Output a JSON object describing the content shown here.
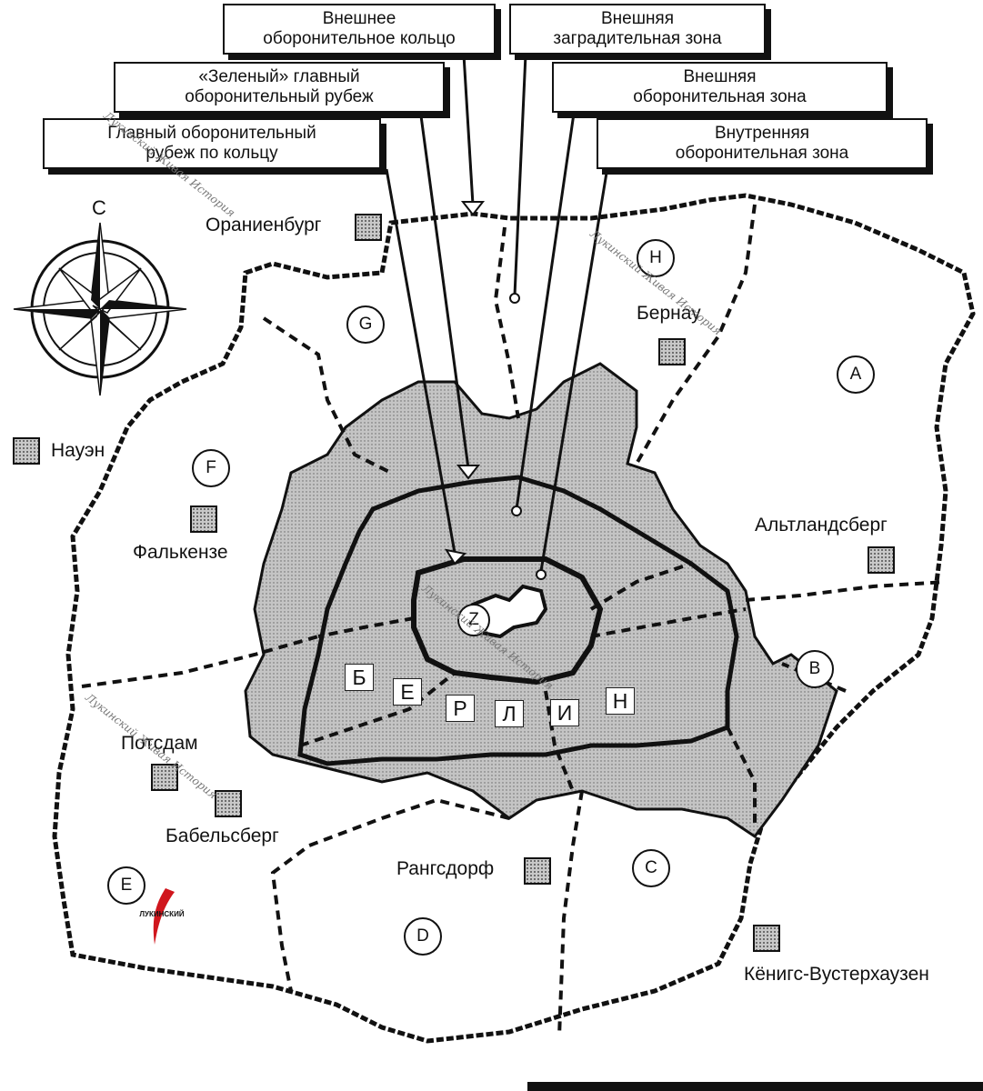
{
  "callouts": {
    "outer_defensive_ring": "Внешнее\nоборонительное кольцо",
    "outer_barrier_zone": "Внешняя\nзаградительная зона",
    "green_main_line": "«Зеленый» главный\nоборонительный рубеж",
    "outer_defensive_zone": "Внешняя\nоборонительная зона",
    "main_ring_line": "Главный оборонительный\nрубеж по кольцу",
    "inner_defensive_zone": "Внутренняя\nоборонительная зона"
  },
  "compass": {
    "north_label": "С"
  },
  "towns": [
    {
      "name": "Ораниенбург"
    },
    {
      "name": "Бернау"
    },
    {
      "name": "Науэн"
    },
    {
      "name": "Фалькензе"
    },
    {
      "name": "Альтландсберг"
    },
    {
      "name": "Потсдам"
    },
    {
      "name": "Бабельсберг"
    },
    {
      "name": "Рангсдорф"
    },
    {
      "name": "Кёнигс-Вустерхаузен"
    }
  ],
  "sectors": [
    "A",
    "B",
    "C",
    "D",
    "E",
    "F",
    "G",
    "H",
    "Z"
  ],
  "city_letters": [
    "Б",
    "Е",
    "Р",
    "Л",
    "И",
    "Н"
  ],
  "watermarks": [
    "Лукинский Живая История",
    "Лукинский Живая История",
    "Лукинский Живая История",
    "Лукинский Живая История"
  ],
  "logo": {
    "text": "ЛУКИНСКИЙ"
  },
  "colors": {
    "ink": "#111111",
    "stipple": "#bdbdbd",
    "accent": "#d0161d"
  }
}
